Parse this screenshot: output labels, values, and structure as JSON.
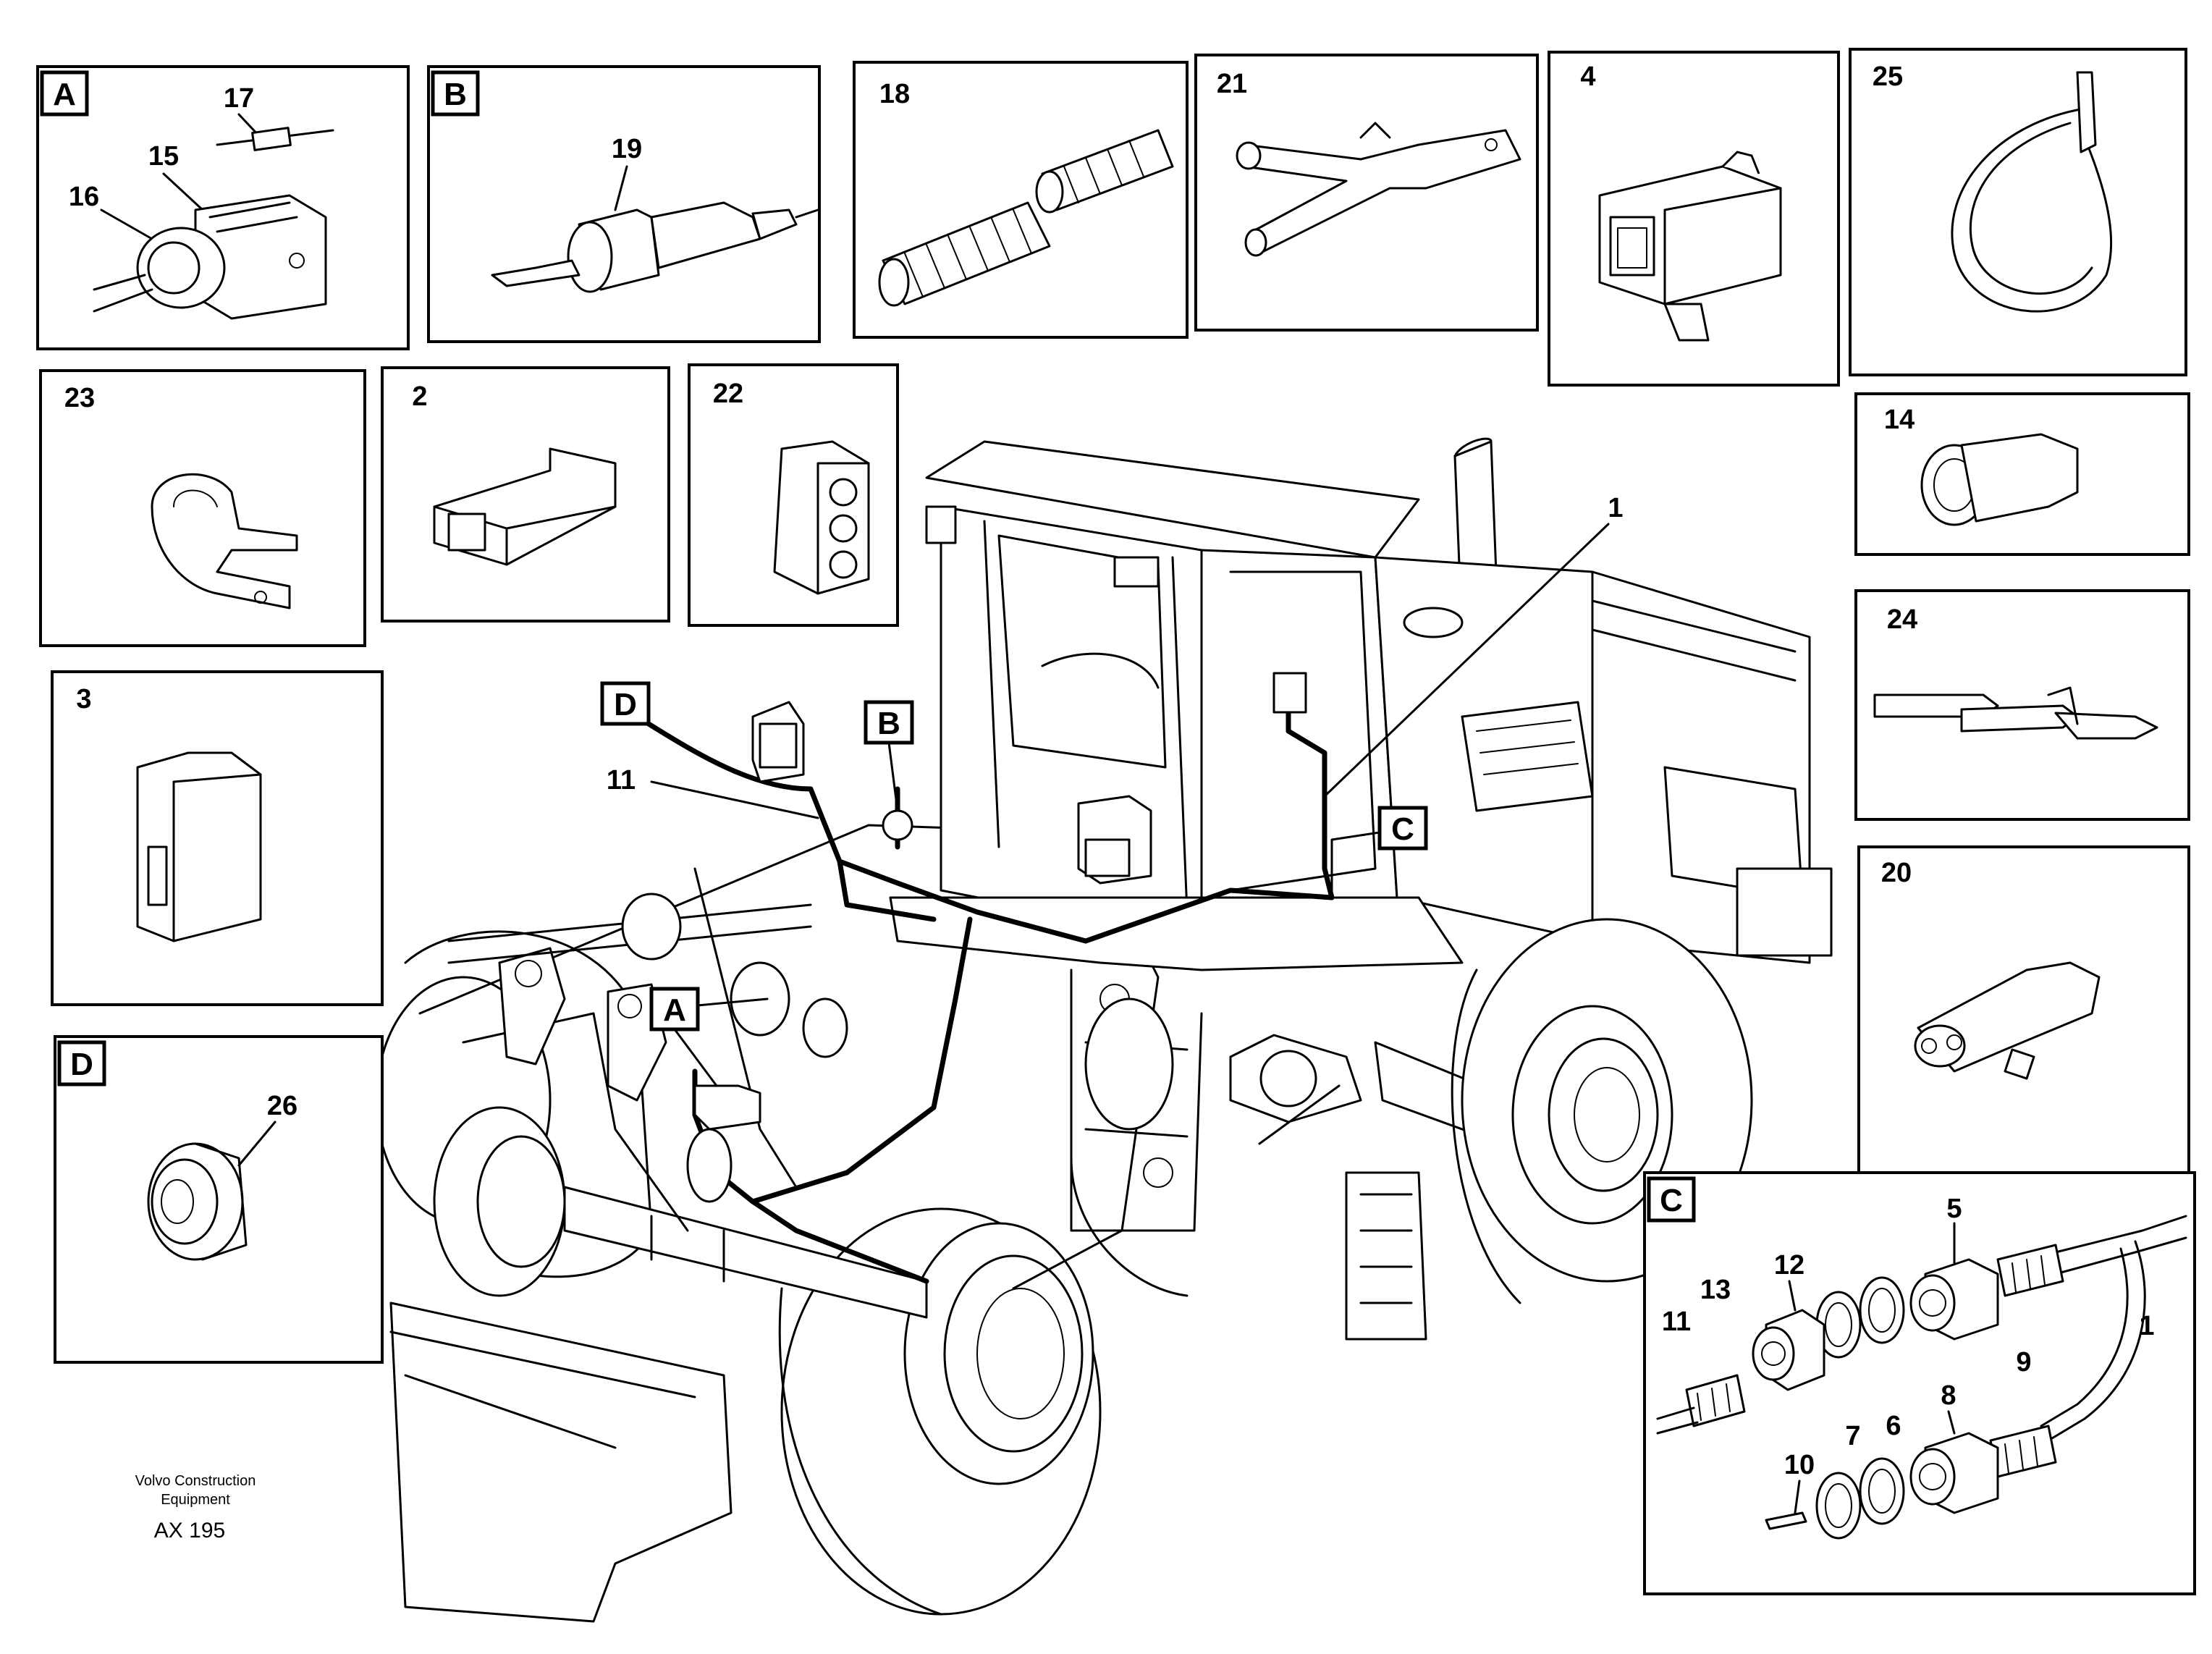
{
  "diagram": {
    "panels": {
      "A": {
        "letter": "A",
        "callouts": [
          "17",
          "15",
          "16"
        ]
      },
      "B": {
        "letter": "B",
        "callouts": [
          "19"
        ]
      },
      "p18": {
        "callout": "18"
      },
      "p21": {
        "callout": "21"
      },
      "p4": {
        "callout": "4"
      },
      "p25": {
        "callout": "25"
      },
      "p23": {
        "callout": "23"
      },
      "p2": {
        "callout": "2"
      },
      "p22": {
        "callout": "22"
      },
      "p14": {
        "callout": "14"
      },
      "p3": {
        "callout": "3"
      },
      "p24": {
        "callout": "24"
      },
      "p20": {
        "callout": "20"
      },
      "D": {
        "letter": "D",
        "callouts": [
          "26"
        ]
      },
      "C": {
        "letter": "C",
        "callouts": [
          "5",
          "12",
          "13",
          "11",
          "9",
          "1",
          "8",
          "7",
          "6",
          "10"
        ]
      }
    },
    "main": {
      "markers": [
        "D",
        "B",
        "C",
        "A"
      ],
      "callouts": [
        "1",
        "11"
      ]
    },
    "caption": {
      "line1": "Volvo Construction",
      "line2": "Equipment",
      "code": "AX 195"
    }
  }
}
